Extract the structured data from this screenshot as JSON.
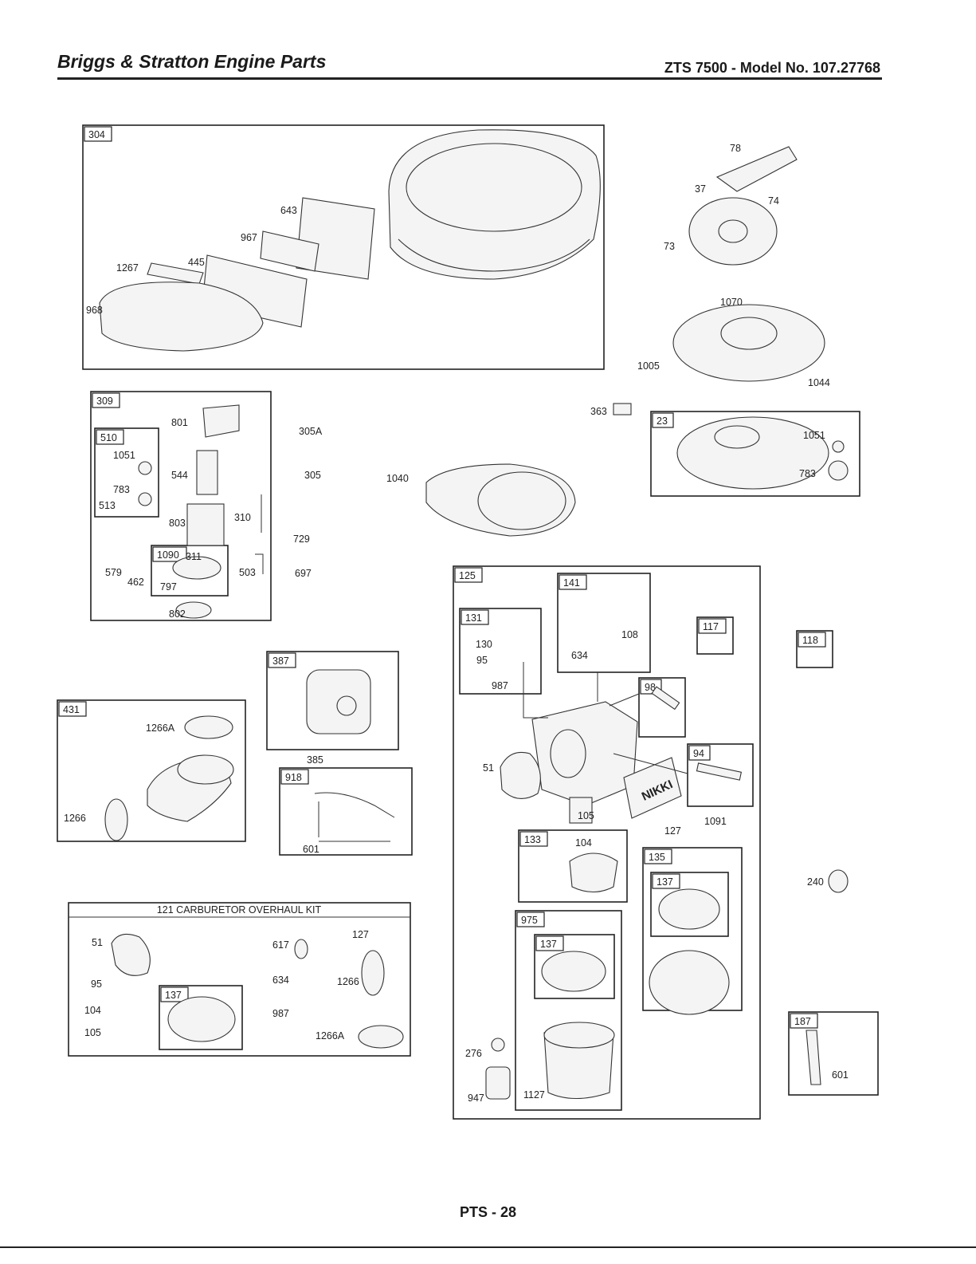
{
  "header": {
    "title": "Briggs & Stratton Engine Parts",
    "model": "ZTS 7500 - Model No. 107.27768"
  },
  "footer": {
    "page": "PTS - 28"
  },
  "kit_title": "121 CARBURETOR OVERHAUL KIT",
  "box_tags": [
    "304",
    "309",
    "510",
    "1090",
    "387",
    "431",
    "918",
    "23",
    "125",
    "131",
    "141",
    "117",
    "118",
    "98",
    "94",
    "133",
    "135",
    "137",
    "975",
    "137",
    "137",
    "187"
  ],
  "part_labels": [
    "643",
    "967",
    "445",
    "1267",
    "968",
    "801",
    "1051",
    "544",
    "783",
    "513",
    "803",
    "310",
    "311",
    "797",
    "579",
    "462",
    "503",
    "802",
    "305A",
    "305",
    "1040",
    "729",
    "697",
    "385",
    "601",
    "1266A",
    "1266",
    "78",
    "37",
    "74",
    "73",
    "1070",
    "1005",
    "1044",
    "363",
    "1051",
    "783",
    "130",
    "95",
    "987",
    "108",
    "634",
    "51",
    "105",
    "127",
    "1091",
    "104",
    "240",
    "276",
    "947",
    "1127",
    "601",
    "51",
    "617",
    "127",
    "95",
    "634",
    "1266",
    "104",
    "987",
    "105",
    "1266A"
  ],
  "logo_text": "NIKKI"
}
